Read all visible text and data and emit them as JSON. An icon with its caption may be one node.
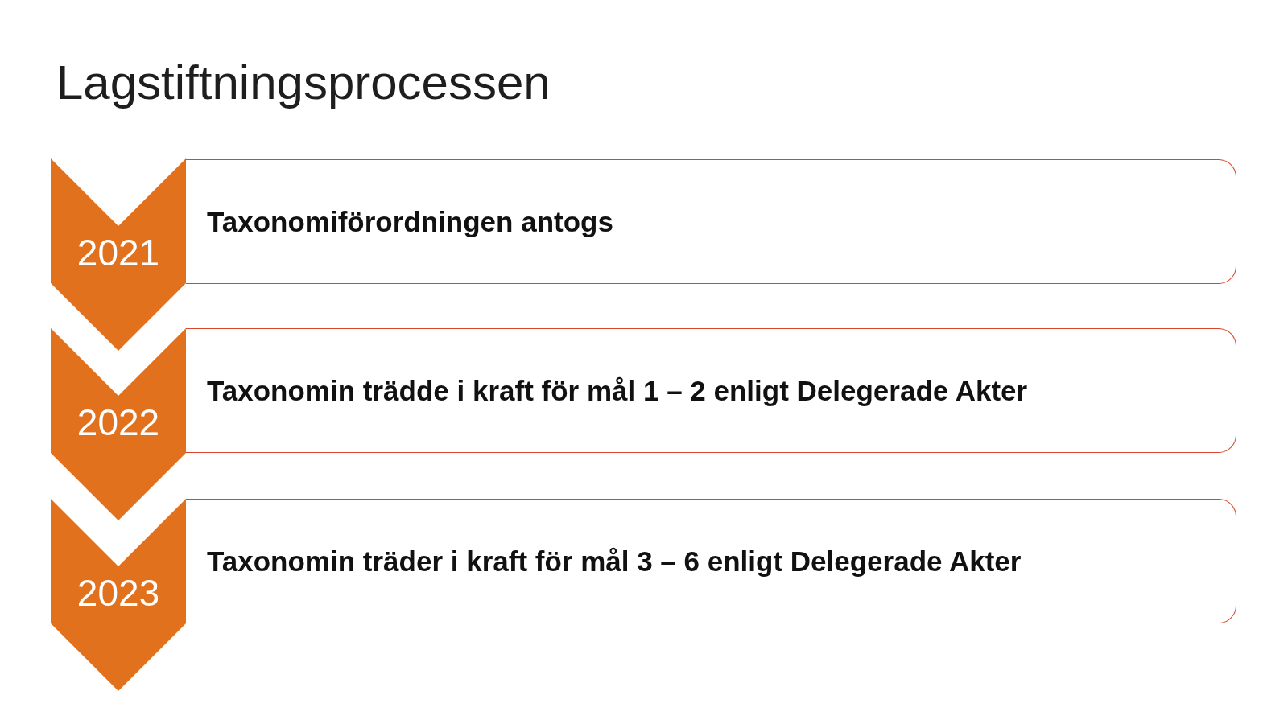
{
  "diagram": {
    "title": "Lagstiftningsprocessen",
    "nodes": [
      {
        "text": [
          "2021"
        ]
      },
      {
        "text": [
          "Taxonomiförordningen antogs"
        ]
      },
      {
        "text": [
          "2022"
        ]
      },
      {
        "text": [
          "Taxonomin trädde i kraft för mål 1 – 2 enligt Delegerade Akter"
        ]
      },
      {
        "text": [
          "2023"
        ]
      },
      {
        "text": [
          "Taxonomin träder i kraft för mål 3 – 6 enligt Delegerade Akter"
        ]
      }
    ]
  }
}
